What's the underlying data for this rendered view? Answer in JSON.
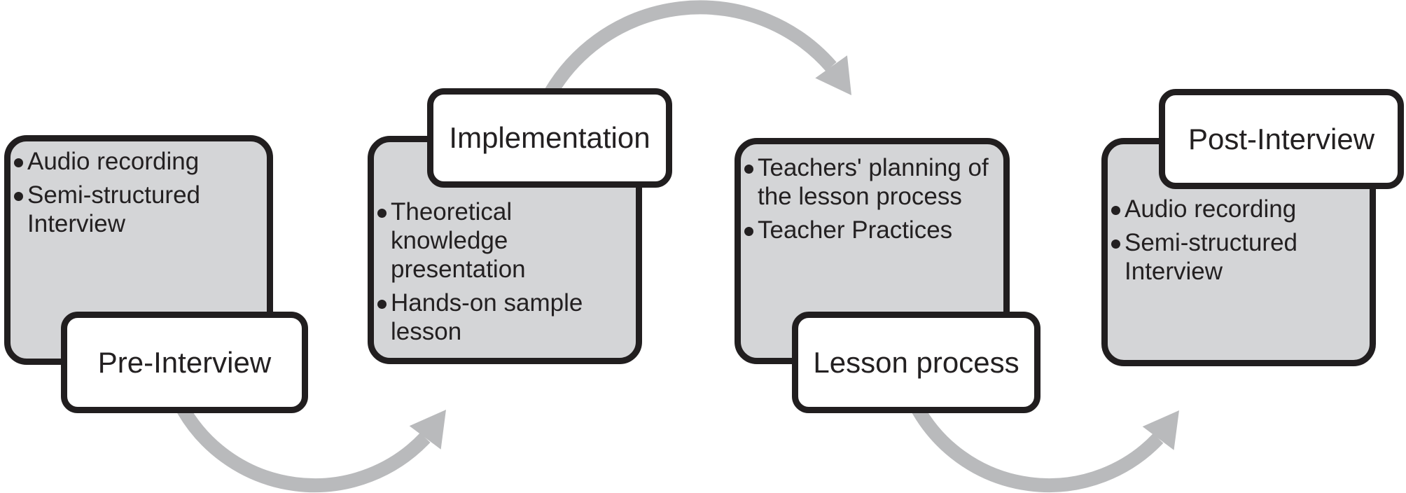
{
  "colors": {
    "background": "#ffffff",
    "box_fill": "#d4d5d7",
    "box_border": "#211e1f",
    "label_fill": "#ffffff",
    "arrow": "#b9babc",
    "text": "#232021"
  },
  "stages": [
    {
      "id": "pre-interview",
      "label": "Pre-Interview",
      "bullets": [
        "Audio recording",
        "Semi-structured\nInterview"
      ]
    },
    {
      "id": "implementation",
      "label": "Implementation",
      "bullets": [
        "Theoretical\nknowledge\npresentation",
        "Hands-on sample\nlesson"
      ]
    },
    {
      "id": "lesson-process",
      "label": "Lesson process",
      "bullets": [
        "Teachers' planning of\nthe lesson process",
        "Teacher Practices"
      ]
    },
    {
      "id": "post-interview",
      "label": "Post-Interview",
      "bullets": [
        "Audio recording",
        "Semi-structured\nInterview"
      ]
    }
  ],
  "arrows": [
    {
      "id": "pre-to-implementation",
      "from": "Pre-Interview",
      "to": "Implementation"
    },
    {
      "id": "implementation-to-lesson",
      "from": "Implementation",
      "to": "Lesson process"
    },
    {
      "id": "lesson-to-post",
      "from": "Lesson process",
      "to": "Post-Interview"
    }
  ]
}
